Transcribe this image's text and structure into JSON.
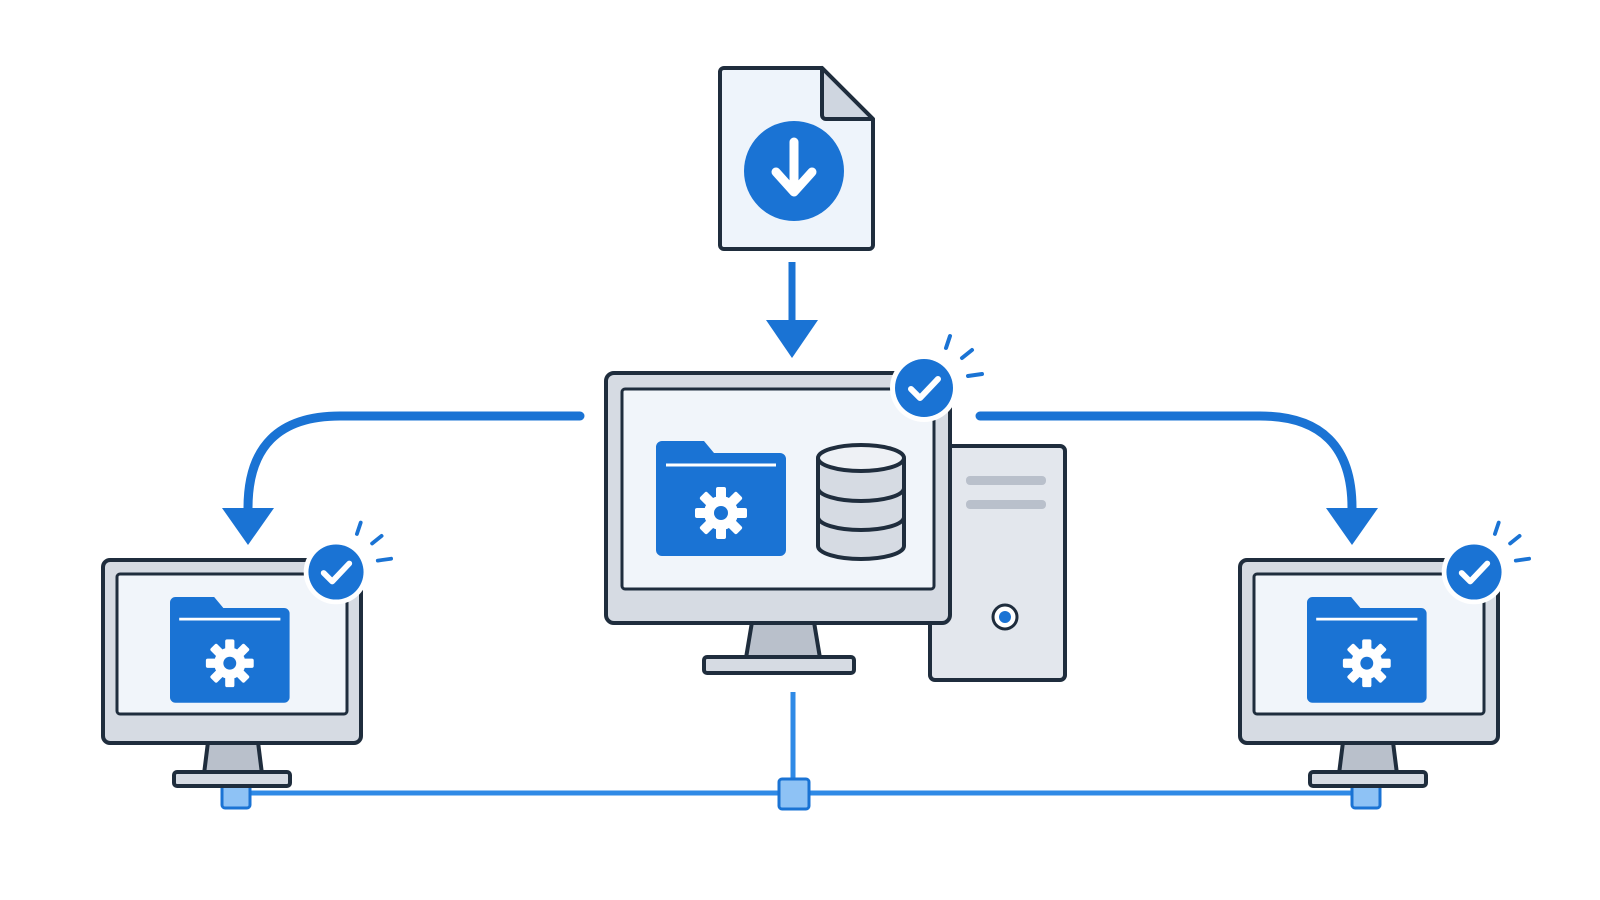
{
  "diagram": {
    "type": "software-deployment-network",
    "nodes": [
      {
        "id": "package",
        "icon": "download-file-icon"
      },
      {
        "id": "central-server",
        "icons": [
          "monitor-icon",
          "folder-gear-icon",
          "database-icon",
          "tower-pc-icon",
          "check-badge-icon"
        ]
      },
      {
        "id": "client-left",
        "icons": [
          "monitor-icon",
          "folder-gear-icon",
          "check-badge-icon"
        ]
      },
      {
        "id": "client-right",
        "icons": [
          "monitor-icon",
          "folder-gear-icon",
          "check-badge-icon"
        ]
      }
    ],
    "connections": [
      {
        "from": "package",
        "to": "central-server",
        "kind": "arrow"
      },
      {
        "from": "central-server",
        "to": "client-left",
        "kind": "curved-arrow"
      },
      {
        "from": "central-server",
        "to": "client-right",
        "kind": "curved-arrow"
      },
      {
        "from": "central-server",
        "to": "network-bus",
        "kind": "line"
      },
      {
        "from": "client-left",
        "to": "network-bus",
        "kind": "line"
      },
      {
        "from": "client-right",
        "to": "network-bus",
        "kind": "line"
      }
    ]
  },
  "colors": {
    "accent": "#1a73d4",
    "outline": "#1f2d3d",
    "panel": "#d6dbe3",
    "screen": "#f1f5fa",
    "stand": "#b9c0cb",
    "bus": "#2f8ae6",
    "bus_node": "#8ec2f5",
    "background": "#ffffff"
  }
}
